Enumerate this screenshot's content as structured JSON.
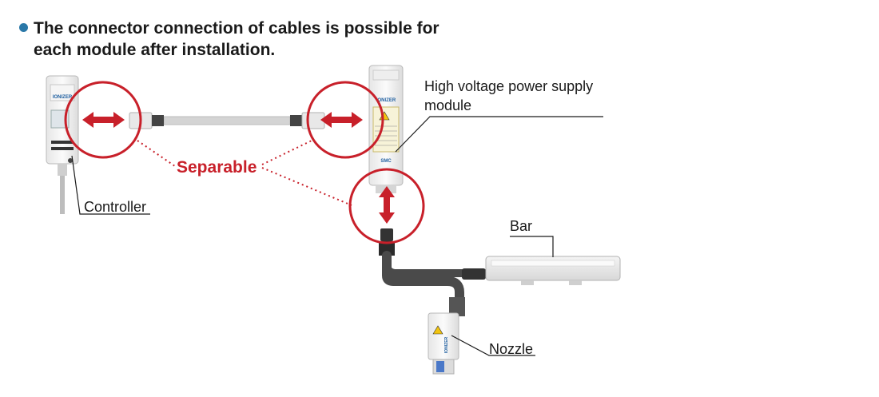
{
  "heading": {
    "line1": "The connector connection of cables is possible for",
    "line2": "each module after installation."
  },
  "callouts": {
    "separable": "Separable",
    "hv_supply_line1": "High voltage power supply",
    "hv_supply_line2": "module",
    "controller": "Controller",
    "bar": "Bar",
    "nozzle": "Nozzle"
  },
  "device_text": {
    "brand_label": "IONIZER",
    "logo": "SMC"
  },
  "colors": {
    "accent_red": "#c8202a",
    "bullet_blue": "#2a78a8",
    "text": "#1a1a1a"
  }
}
